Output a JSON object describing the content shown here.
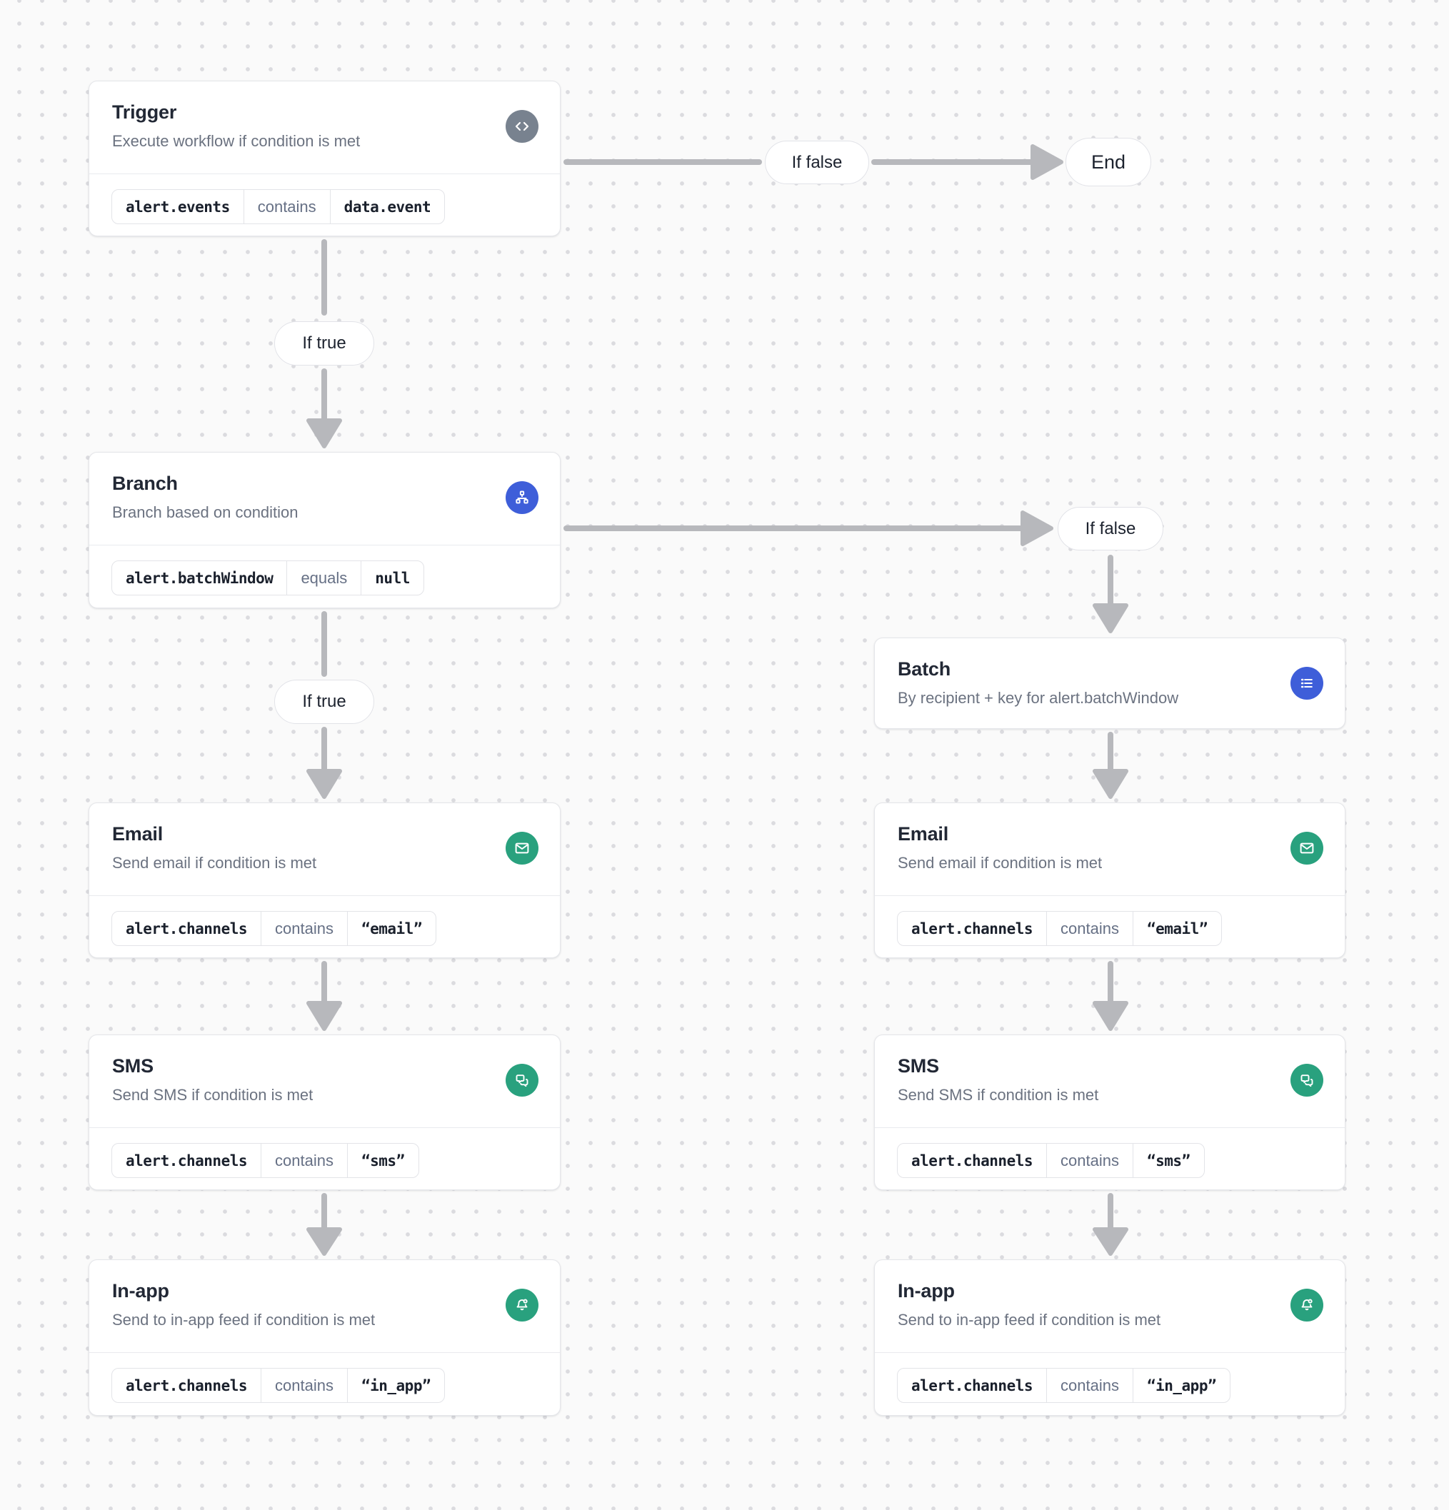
{
  "colors": {
    "canvas_bg": "#fafafa",
    "dot_grid": "#dbdbdf",
    "card_border": "#e5e6ea",
    "arrow": "#b7b8bc",
    "accent_gray": "#78828f",
    "accent_blue": "#3e5ed9",
    "accent_green": "#29a17e"
  },
  "nodes": [
    {
      "id": "trigger",
      "title": "Trigger",
      "subtitle": "Execute workflow if condition is met",
      "icon": "code-icon",
      "condition": {
        "field": "alert.events",
        "operator": "contains",
        "value": "data.event"
      }
    },
    {
      "id": "branch",
      "title": "Branch",
      "subtitle": "Branch based on condition",
      "icon": "branch-icon",
      "condition": {
        "field": "alert.batchWindow",
        "operator": "equals",
        "value": "null"
      }
    },
    {
      "id": "batch",
      "title": "Batch",
      "subtitle": "By recipient + key for alert.batchWindow",
      "icon": "list-icon"
    },
    {
      "id": "email-left",
      "title": "Email",
      "subtitle": "Send email if condition is met",
      "icon": "envelope-icon",
      "condition": {
        "field": "alert.channels",
        "operator": "contains",
        "value": "“email”"
      }
    },
    {
      "id": "sms-left",
      "title": "SMS",
      "subtitle": "Send SMS if condition is met",
      "icon": "chat-icon",
      "condition": {
        "field": "alert.channels",
        "operator": "contains",
        "value": "“sms”"
      }
    },
    {
      "id": "inapp-left",
      "title": "In-app",
      "subtitle": "Send to in-app feed if condition is met",
      "icon": "bell-icon",
      "condition": {
        "field": "alert.channels",
        "operator": "contains",
        "value": "“in_app”"
      }
    },
    {
      "id": "email-right",
      "title": "Email",
      "subtitle": "Send email if condition is met",
      "icon": "envelope-icon",
      "condition": {
        "field": "alert.channels",
        "operator": "contains",
        "value": "“email”"
      }
    },
    {
      "id": "sms-right",
      "title": "SMS",
      "subtitle": "Send SMS if condition is met",
      "icon": "chat-icon",
      "condition": {
        "field": "alert.channels",
        "operator": "contains",
        "value": "“sms”"
      }
    },
    {
      "id": "inapp-right",
      "title": "In-app",
      "subtitle": "Send to in-app feed if condition is met",
      "icon": "bell-icon",
      "condition": {
        "field": "alert.channels",
        "operator": "contains",
        "value": "“in_app”"
      }
    }
  ],
  "edge_labels": {
    "if_false_top": "If false",
    "end": "End",
    "if_true_top": "If true",
    "if_false_branch": "If false",
    "if_true_bottom": "If true"
  }
}
